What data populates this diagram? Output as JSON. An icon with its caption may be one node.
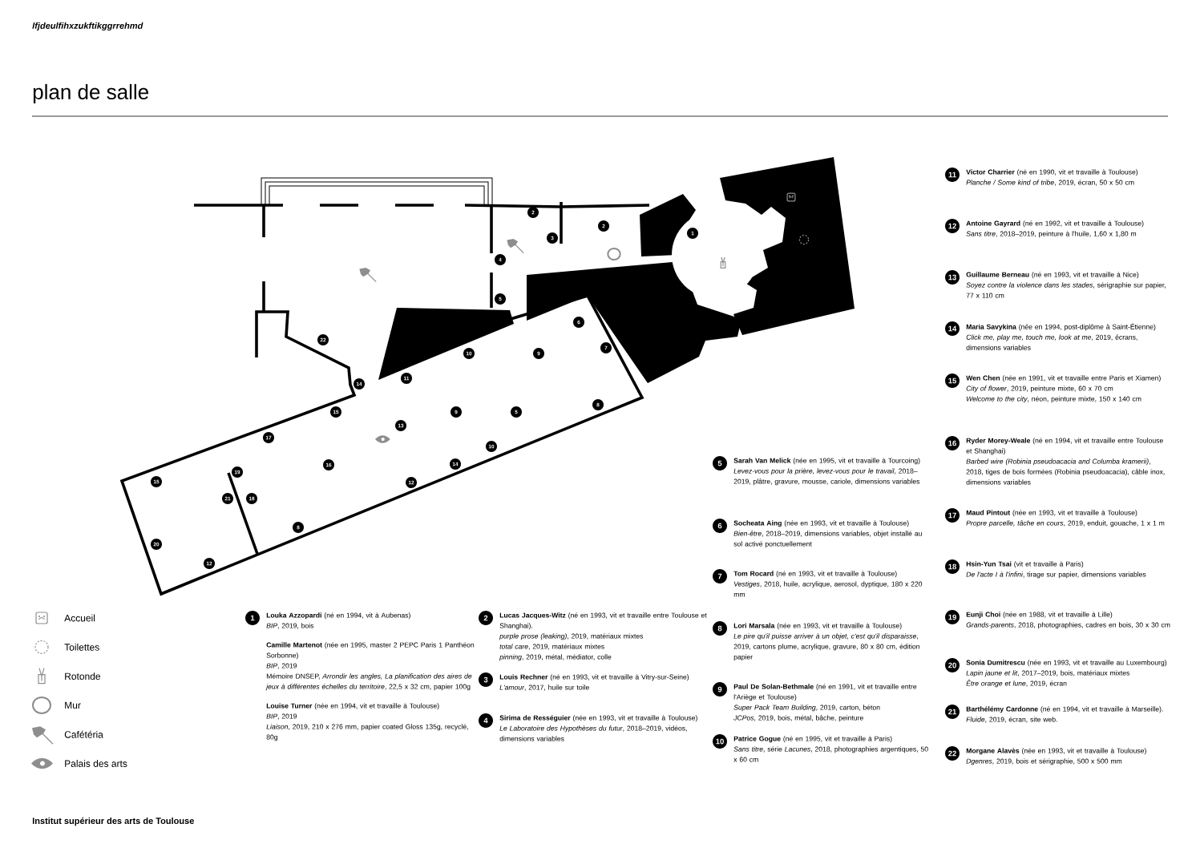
{
  "diagram": {
    "title": "plan de salle",
    "nodes": [
      {
        "text": [
          "2"
        ]
      },
      {
        "text": [
          "3"
        ]
      },
      {
        "text": [
          "2"
        ]
      },
      {
        "text": [
          "1"
        ]
      },
      {
        "text": [
          "4"
        ]
      },
      {
        "text": [
          "5"
        ]
      },
      {
        "text": [
          "22"
        ]
      },
      {
        "text": [
          "6"
        ]
      },
      {
        "text": [
          "10"
        ]
      },
      {
        "text": [
          "9"
        ]
      },
      {
        "text": [
          "7"
        ]
      },
      {
        "text": [
          "11"
        ]
      },
      {
        "text": [
          "14"
        ]
      },
      {
        "text": [
          "8"
        ]
      },
      {
        "text": [
          "15"
        ]
      },
      {
        "text": [
          "9"
        ]
      },
      {
        "text": [
          "5"
        ]
      },
      {
        "text": [
          "13"
        ]
      },
      {
        "text": [
          "17"
        ]
      },
      {
        "text": [
          "10"
        ]
      },
      {
        "text": [
          "16"
        ]
      },
      {
        "text": [
          "14"
        ]
      },
      {
        "text": [
          "12"
        ]
      },
      {
        "text": [
          "19"
        ]
      },
      {
        "text": [
          "15"
        ]
      },
      {
        "text": [
          "21"
        ]
      },
      {
        "text": [
          "18"
        ]
      },
      {
        "text": [
          "8"
        ]
      },
      {
        "text": [
          "20"
        ]
      },
      {
        "text": [
          "12"
        ]
      },
      {
        "text": [
          "1"
        ],
        "beside": [
          "**Louka Azzopardi** (né en 1994, vit à Aubenas)",
          "*BIP*, 2019, bois",
          "**Camille Martenot** (née en 1995, master 2 PEPC Paris 1 Panthéon Sorbonne)",
          "*BIP*, 2019",
          "Mémoire DNSEP, *Arrondir les angles, La planification des aires de jeux à différentes échelles du territoire*, 22,5 x 32 cm, papier 100g",
          "**Louise Turner** (née en 1994, vit et travaille à Toulouse)",
          "*BIP*, 2019",
          "*Liaison*, 2019, 210 x 276 mm, papier coated Gloss 135g, recyclé, 80g"
        ]
      },
      {
        "text": [
          "2"
        ],
        "beside": [
          "**Lucas Jacques-Witz** (né en 1993, vit et travaille entre Toulouse et Shanghai).",
          "*purple prose (leaking)*, 2019, matériaux mixtes",
          "*total care*, 2019, matériaux mixtes",
          "*pinning*, 2019, métal, médiator, colle"
        ]
      },
      {
        "text": [
          "3"
        ],
        "beside": [
          "**Louis Rechner** (né en 1993, vit et travaille à Vitry-sur-Seine)",
          "*L'amour*, 2017, huile sur toile"
        ]
      },
      {
        "text": [
          "4"
        ],
        "beside": [
          "**Sirima de Rességuier** (née en 1993, vit et travaille à Toulouse)",
          "*Le Laboratoire des Hypothèses du futur*, 2018–2019, vidéos, dimensions variables"
        ]
      },
      {
        "text": [
          "5"
        ],
        "beside": [
          "**Sarah Van Melick** (née en 1995, vit et travaille à Tourcoing)",
          "*Levez-vous pour la prière, levez-vous pour le travail*, 2018–2019, plâtre, gravure, mousse, cariole, dimensions variables"
        ]
      },
      {
        "text": [
          "6"
        ],
        "beside": [
          "**Socheata Aing** (née en 1993, vit et travaille à Toulouse)",
          "*Bien-être*, 2018–2019, dimensions variables, objet installé au sol activé ponctuellement"
        ]
      },
      {
        "text": [
          "7"
        ],
        "beside": [
          "**Tom Rocard** (né en 1993, vit et travaille à Toulouse)",
          "*Vestiges*, 2018, huile, acrylique, aerosol, dyptique, 180 x 220 mm"
        ]
      },
      {
        "text": [
          "8"
        ],
        "beside": [
          "**Lori Marsala** (née en 1993, vit et travaille à Toulouse)",
          "*Le pire qu'il puisse arriver à un objet, c'est qu'il disparaisse*, 2019, cartons plume, acrylique, gravure, 80 x 80 cm, édition papier"
        ]
      },
      {
        "text": [
          "9"
        ],
        "beside": [
          "**Paul De Solan-Bethmale** (né en 1991, vit et travaille entre l'Ariège et Toulouse)",
          "*Super Pack Team Building*, 2019, carton, béton",
          "*JCPos*, 2019, bois, métal, bâche, peinture"
        ]
      },
      {
        "text": [
          "10"
        ],
        "beside": [
          "**Patrice Gogue** (né en 1995, vit et travaille à Paris)",
          "*Sans titre*, série *Lacunes*, 2018, photographies argentiques, 50 x 60 cm"
        ]
      },
      {
        "text": [
          "11"
        ],
        "beside": [
          "**Victor Charrier** (né en 1990, vit et travaille à Toulouse)",
          "*Planche / Some kind of tribe*, 2019, écran, 50 x 50 cm"
        ]
      },
      {
        "text": [
          "12"
        ],
        "beside": [
          "**Antoine Gayrard** (né en 1992, vit et travaille à Toulouse)",
          "*Sans titre*, 2018–2019, peinture à l'huile, 1,60 x 1,80 m"
        ]
      },
      {
        "text": [
          "13"
        ],
        "beside": [
          "**Guillaume Berneau** (né en 1993, vit et travaille à Nice)",
          "*Soyez contre la violence dans les stades*, sérigraphie sur papier, 77 x 110 cm"
        ]
      },
      {
        "text": [
          "14"
        ],
        "beside": [
          "**Maria Savykina** (née en 1994, post-diplôme à Saint-Étienne)",
          "*Click me, play me, touch me, look at me*, 2019, écrans, dimensions variables"
        ]
      },
      {
        "text": [
          "15"
        ],
        "beside": [
          "**Wen Chen** (née en 1991, vit et travaille entre Paris et Xiamen)",
          "*City of flower*, 2019, peinture mixte, 60 x 70 cm",
          "*Welcome to the city*, néon, peinture mixte, 150 x 140 cm"
        ]
      },
      {
        "text": [
          "16"
        ],
        "beside": [
          "**Ryder Morey-Weale** (né en 1994, vit et travaille entre Toulouse et Shanghai)",
          "*Barbed wire (Robinia pseudoacacia and Columba kramerii)*, 2018, tiges de bois formées (Robinia pseudoacacia), câble inox, dimensions variables"
        ]
      },
      {
        "text": [
          "17"
        ],
        "beside": [
          "**Maud Pintout** (née en 1993, vit et travaille à Toulouse)",
          "*Propre parcelle, tâche en cours*, 2019, enduit, gouache, 1 x 1 m"
        ]
      },
      {
        "text": [
          "18"
        ],
        "beside": [
          "**Hsin-Yun Tsai** (vit et travaille à Paris)",
          "*De l'acte I à l'infini*, tirage sur papier, dimensions variables"
        ]
      },
      {
        "text": [
          "19"
        ],
        "beside": [
          "**Eunji Choi** (née en 1988, vit et travaille à Lille)",
          "*Grands-parents*, 2018, photographies, cadres en bois, 30 x 30 cm"
        ]
      },
      {
        "text": [
          "20"
        ],
        "beside": [
          "**Sonia Dumitrescu** (née en 1993, vit et travaille au Luxembourg)",
          "*Lapin jaune et lit*, 2017–2019, bois, matériaux mixtes",
          "*Être orange et lune*, 2019, écran"
        ]
      },
      {
        "text": [
          "21"
        ],
        "beside": [
          "**Barthélémy Cardonne** (né en 1994, vit et travaille à Marseille).",
          "*Fluide*, 2019, écran, site web."
        ]
      },
      {
        "text": [
          "22"
        ],
        "beside": [
          "**Morgane Alavès** (née en 1993, vit et travaille à Toulouse)",
          "*Dgenres*, 2019, bois et sérigraphie, 500 x 500 mm"
        ]
      }
    ],
    "labels": [
      "lfjdeulfihxzukftikggrrehmd",
      "Institut supérieur des arts de Toulouse"
    ],
    "legend": [
      {
        "text": "Accueil"
      },
      {
        "text": "Toilettes"
      },
      {
        "text": "Rotonde"
      },
      {
        "text": "Mur"
      },
      {
        "text": "Cafétéria"
      },
      {
        "text": "Palais des arts"
      }
    ]
  }
}
